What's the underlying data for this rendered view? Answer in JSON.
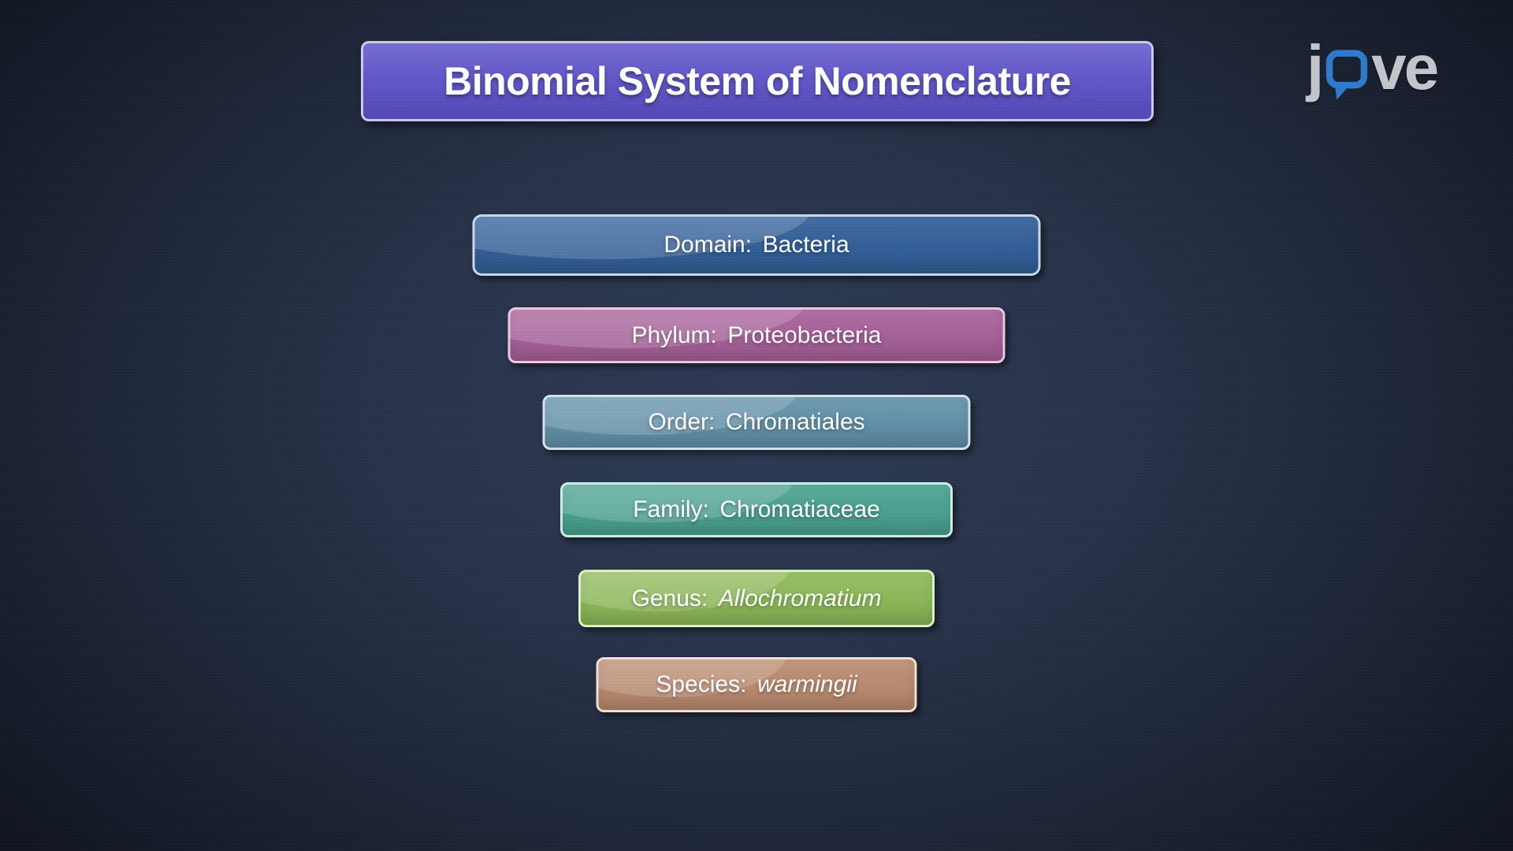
{
  "title": {
    "text": "Binomial System of Nomenclature",
    "bg_color": "#5b51c8",
    "border_color": "#cdc7ec"
  },
  "logo": {
    "prefix": "j",
    "suffix": "ve",
    "bubble_color": "#2e7bcc",
    "letter_color": "#c2c5c9"
  },
  "hierarchy": {
    "rows": [
      {
        "label": "Domain:",
        "value": "Bacteria",
        "value_style": "normal",
        "fill": "#33609a",
        "border": "#c9d9ec"
      },
      {
        "label": "Phylum:",
        "value": "Proteobacteria",
        "value_style": "normal",
        "fill": "#a8619b",
        "border": "#e8c9e0"
      },
      {
        "label": "Order:",
        "value": "Chromatiales",
        "value_style": "normal",
        "fill": "#6292aa",
        "border": "#d5e4ec"
      },
      {
        "label": "Family:",
        "value": "Chromatiaceae",
        "value_style": "normal",
        "fill": "#4ba392",
        "border": "#cdeee5"
      },
      {
        "label": "Genus:",
        "value": "Allochromatium",
        "value_style": "italic",
        "fill": "#8dba58",
        "border": "#def0c8"
      },
      {
        "label": "Species:",
        "value": "warmingii",
        "value_style": "italic",
        "fill": "#bb8c70",
        "border": "#f2e0d0"
      }
    ]
  },
  "background": {
    "center_color": "#2e3a56",
    "edge_color": "#10151f"
  }
}
